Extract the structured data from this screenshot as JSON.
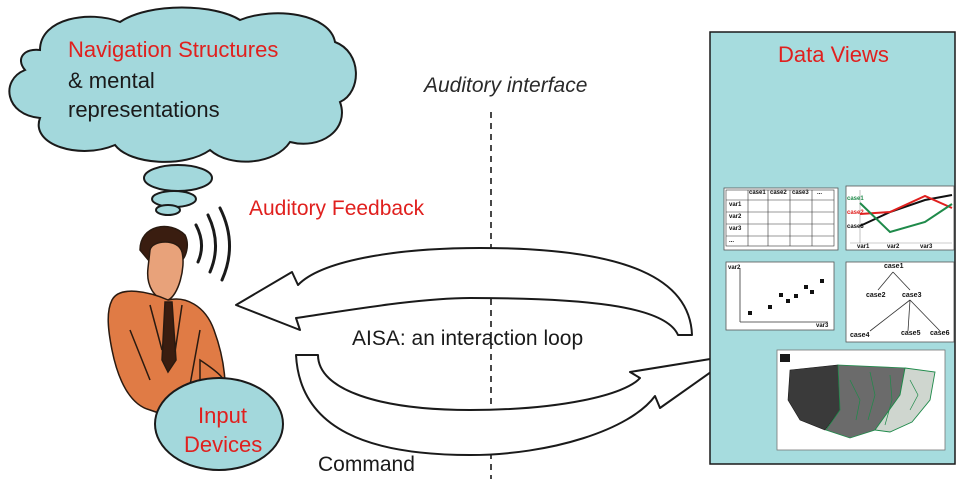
{
  "cloud": {
    "line1": "Navigation Structures",
    "line2": "& mental",
    "line3": "representations"
  },
  "auditory_interface": "Auditory interface",
  "auditory_feedback": "Auditory Feedback",
  "loop_label": "AISA: an interaction loop",
  "command_label": "Command",
  "input_devices": {
    "line1": "Input",
    "line2": "Devices"
  },
  "data_views": {
    "title": "Data Views",
    "table": {
      "columns": [
        "case1",
        "case2",
        "case3",
        "..."
      ],
      "rows": [
        "var1",
        "var2",
        "var3",
        "..."
      ]
    },
    "line_chart": {
      "series": [
        "case1",
        "case2",
        "case3"
      ],
      "x_labels": [
        "var1",
        "var2",
        "var3"
      ]
    },
    "scatter": {
      "y_label": "var2",
      "x_label": "var3"
    },
    "tree": {
      "nodes": [
        "case1",
        "case2",
        "case3",
        "case4",
        "case5",
        "case6"
      ]
    }
  },
  "colors": {
    "cloud_fill": "#a3d8dc",
    "panel_fill": "#a6dcde",
    "accent_red": "#e0201e",
    "skin": "#e07b45"
  }
}
